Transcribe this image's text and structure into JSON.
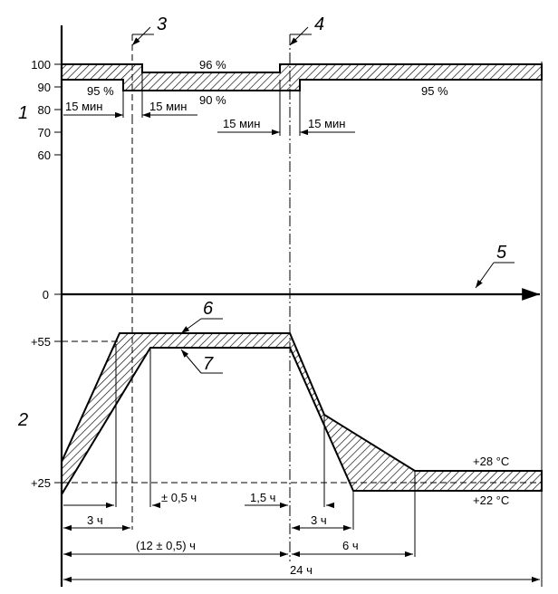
{
  "humidity_axis": {
    "number": "1",
    "ticks": [
      "100",
      "90",
      "80",
      "70",
      "60"
    ]
  },
  "zero_label": "0",
  "temperature_axis": {
    "number": "2",
    "ticks": [
      "+55",
      "+25"
    ]
  },
  "humidity_labels": {
    "left": "95 %",
    "middle_top": "96 %",
    "middle_bottom": "90 %",
    "right": "95 %"
  },
  "durations": {
    "a_left": "15 мин",
    "a_right": "15 мин",
    "b_left": "15 мин",
    "b_right": "15 мин"
  },
  "callouts": [
    "3",
    "4",
    "5",
    "6",
    "7"
  ],
  "temperature_labels": {
    "upper": "+28 °C",
    "lower": "+22 °C"
  },
  "time_labels": {
    "t1": "3 ч",
    "t2": "± 0,5 ч",
    "t3": "1,5 ч",
    "t4": "3 ч",
    "t5": "(12 ± 0,5) ч",
    "t6": "6 ч",
    "t7": "24 ч"
  }
}
